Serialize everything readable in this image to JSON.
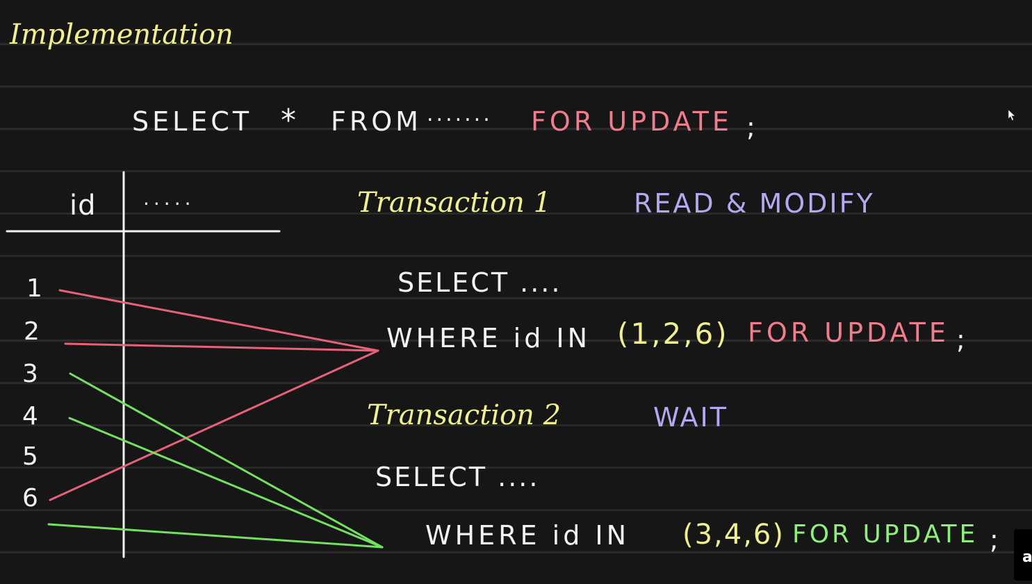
{
  "title": "Implementation",
  "header_query": {
    "select": "SELECT",
    "star": "*",
    "from": "FROM",
    "dots": ".......",
    "for_update": "FOR UPDATE",
    "semicolon": ";"
  },
  "table": {
    "id_header": "id",
    "other_header": ".....",
    "rows": [
      "1",
      "2",
      "3",
      "4",
      "5",
      "6"
    ]
  },
  "transaction1": {
    "label": "Transaction 1",
    "mode": "READ & MODIFY",
    "select": "SELECT ....",
    "where": "WHERE id IN",
    "ids": "(1,2,6)",
    "for_update": "FOR UPDATE",
    "semicolon": ";"
  },
  "transaction2": {
    "label": "Transaction 2",
    "mode": "WAIT",
    "select": "SELECT ....",
    "where": "WHERE id IN",
    "ids": "(3,4,6)",
    "for_update": "FOR UPDATE",
    "semicolon": ";"
  },
  "corner_label": "a",
  "colors": {
    "background": "#161616",
    "chalk_white": "#f2f2f2",
    "yellow": "#f0f08c",
    "pink": "#f07c8c",
    "purple": "#b4a8f0",
    "green": "#8ef07a",
    "pink_line": "#e8607a",
    "green_line": "#74e060"
  },
  "links": [
    {
      "row": "1",
      "transaction": "Transaction 1"
    },
    {
      "row": "2",
      "transaction": "Transaction 1"
    },
    {
      "row": "6",
      "transaction": "Transaction 1"
    },
    {
      "row": "3",
      "transaction": "Transaction 2"
    },
    {
      "row": "4",
      "transaction": "Transaction 2"
    },
    {
      "row": "6",
      "transaction": "Transaction 2"
    }
  ]
}
